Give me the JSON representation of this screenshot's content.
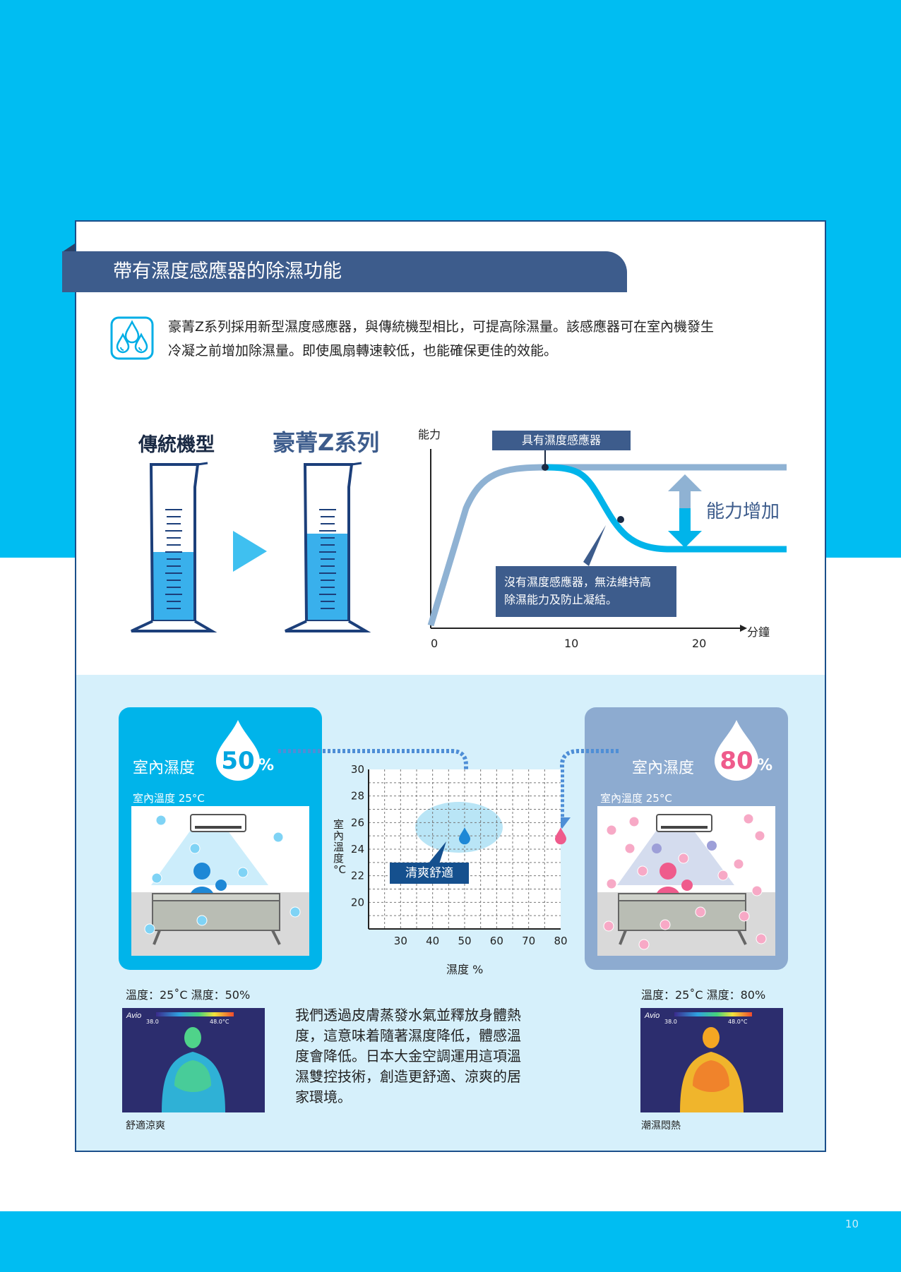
{
  "section_title": "帶有濕度感應器的除濕功能",
  "intro": [
    "豪菁Z系列採用新型濕度感應器，與傳統機型相比，可提高除濕量。該感應器可在室內機發生",
    "冷凝之前增加除濕量。即使風扇轉速較低，也能確保更佳的效能。"
  ],
  "cylinders": {
    "conventional_label": "傳統機型",
    "zseries_label": "豪菁Z系列"
  },
  "capacity_chart": {
    "ylabel": "能力",
    "xlabel": "分鐘",
    "x_ticks": [
      "0",
      "10",
      "20"
    ],
    "with_sensor_label": "具有濕度感應器",
    "without_sensor_label": [
      "沒有濕度感應器，無法維持高",
      "除濕能力及防止凝結。"
    ],
    "increase_label": "能力增加"
  },
  "chart_data": {
    "type": "scatter",
    "xlabel": "濕度 %",
    "ylabel": "室內溫度 °C",
    "x_ticks": [
      "30",
      "40",
      "50",
      "60",
      "70",
      "80"
    ],
    "y_ticks": [
      "30",
      "28",
      "26",
      "24",
      "22",
      "20"
    ],
    "xlim": [
      20,
      80
    ],
    "ylim": [
      18,
      30
    ],
    "points": [
      {
        "x": 50,
        "y": 25,
        "color": "#1e88d6"
      },
      {
        "x": 80,
        "y": 25,
        "color": "#ef5b8c"
      }
    ],
    "annotation": "清爽舒適"
  },
  "left_card": {
    "title": "室內濕度",
    "value": "50",
    "unit": "%",
    "sub": "室內溫度 25°C"
  },
  "right_card": {
    "title": "室內濕度",
    "value": "80",
    "unit": "%",
    "sub": "室內溫度 25°C"
  },
  "left_thermo": {
    "caption": "溫度：25˚C  濕度：50%",
    "label": "舒適涼爽",
    "brand": "Avio",
    "scale_min": "38.0",
    "scale_max": "48.0°C"
  },
  "right_thermo": {
    "caption": "溫度：25˚C  濕度：80%",
    "label": "潮濕悶熱",
    "brand": "Avio",
    "scale_min": "38.0",
    "scale_max": "48.0°C"
  },
  "body_text": [
    "我們透過皮膚蒸發水氣並釋放身體熱",
    "度，這意味着隨著濕度降低，體感溫",
    "度會降低。日本大金空調運用這項溫",
    "濕雙控技術，創造更舒適、涼爽的居",
    "家環境。"
  ],
  "page_number": "10",
  "colors": {
    "blue_band": "#00bdf2",
    "navy": "#3d5c8c",
    "pink": "#ef5b8c"
  }
}
